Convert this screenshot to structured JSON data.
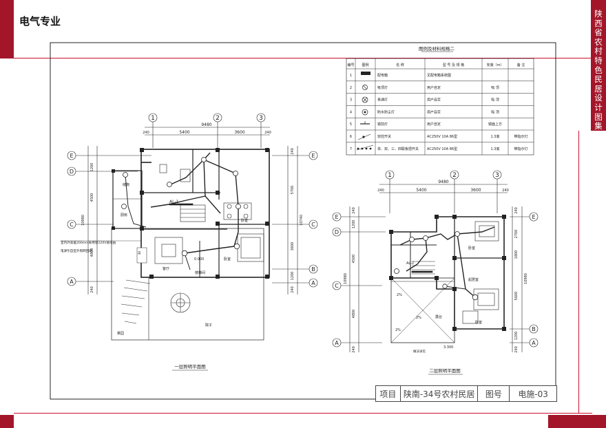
{
  "header": {
    "title": "电气专业"
  },
  "side_banner": {
    "text": "陕西省农村特色民居设计图集"
  },
  "legend": {
    "title": "图例及材料规格二",
    "columns": [
      "编号",
      "图例",
      "名 称",
      "型 号 及 规 格",
      "安装（m）",
      "备 注"
    ],
    "rows": [
      {
        "no": "1",
        "name": "配电箱",
        "spec": "见配电箱系统图",
        "install": "",
        "note": ""
      },
      {
        "no": "2",
        "name": "吸顶灯",
        "spec": "用户自定",
        "install": "吸 顶",
        "note": ""
      },
      {
        "no": "3",
        "name": "普通灯",
        "spec": "用户自定",
        "install": "吸 顶",
        "note": ""
      },
      {
        "no": "4",
        "name": "防水防尘灯",
        "spec": "用户自定",
        "install": "吸 顶",
        "note": ""
      },
      {
        "no": "5",
        "name": "镜前灯",
        "spec": "用户自定",
        "install": "镜面上方",
        "note": ""
      },
      {
        "no": "6",
        "name": "双控开关",
        "spec": "AC250V 10A 86型",
        "install": "1.3底",
        "note": "带指示灯"
      },
      {
        "no": "7",
        "name": "单、双、三、四联板把开关",
        "spec": "AC250V 10A 86型",
        "install": "1.3底",
        "note": "带指示灯"
      }
    ]
  },
  "plan1": {
    "caption": "一层照明平面图",
    "axes_top": [
      "1",
      "2",
      "3"
    ],
    "axes_side": [
      "E",
      "D",
      "C",
      "B",
      "A"
    ],
    "dims_top": {
      "total": "9480",
      "seg1": "5400",
      "seg2": "3600",
      "edge": "240"
    },
    "dims_left": [
      "1200",
      "4500",
      "10980",
      "4800",
      "240"
    ],
    "dims_right": [
      "240",
      "5700",
      "10740",
      "3600",
      "1200",
      "240"
    ],
    "rooms": [
      "储物",
      "厨房",
      "卧室",
      "客厅",
      "卧室",
      "院子",
      "菜园",
      "楼梯间"
    ],
    "panel": "AL-1",
    "level": "0.000",
    "note1": "室内外高差200mm采用管220V进线由",
    "note2": "电源引自室外照明回路"
  },
  "plan2": {
    "caption": "二层照明平面图",
    "axes_top": [
      "1",
      "2",
      "3"
    ],
    "axes_side": [
      "E",
      "D",
      "C",
      "B",
      "A"
    ],
    "dims_top": {
      "total": "9480",
      "seg1": "5400",
      "seg2": "3600",
      "edge": "240"
    },
    "dims_left": [
      "240",
      "1200",
      "4500",
      "10980",
      "4800",
      "240"
    ],
    "dims_right": [
      "240",
      "2700",
      "1800",
      "10980",
      "5600",
      "1200",
      "240"
    ],
    "rooms": [
      "卧室",
      "卧室",
      "起居室",
      "露台"
    ],
    "panel": "AL-2",
    "slopes": [
      "2%",
      "2%",
      "2%"
    ],
    "level": "3.300",
    "note": "做法详见"
  },
  "title_block": {
    "label_project": "项目",
    "project_name": "陕南-34号农村民居",
    "label_drawing": "图号",
    "drawing_no": "电施-03"
  },
  "colors": {
    "accent": "#a3162a",
    "line": "#c8102e"
  }
}
